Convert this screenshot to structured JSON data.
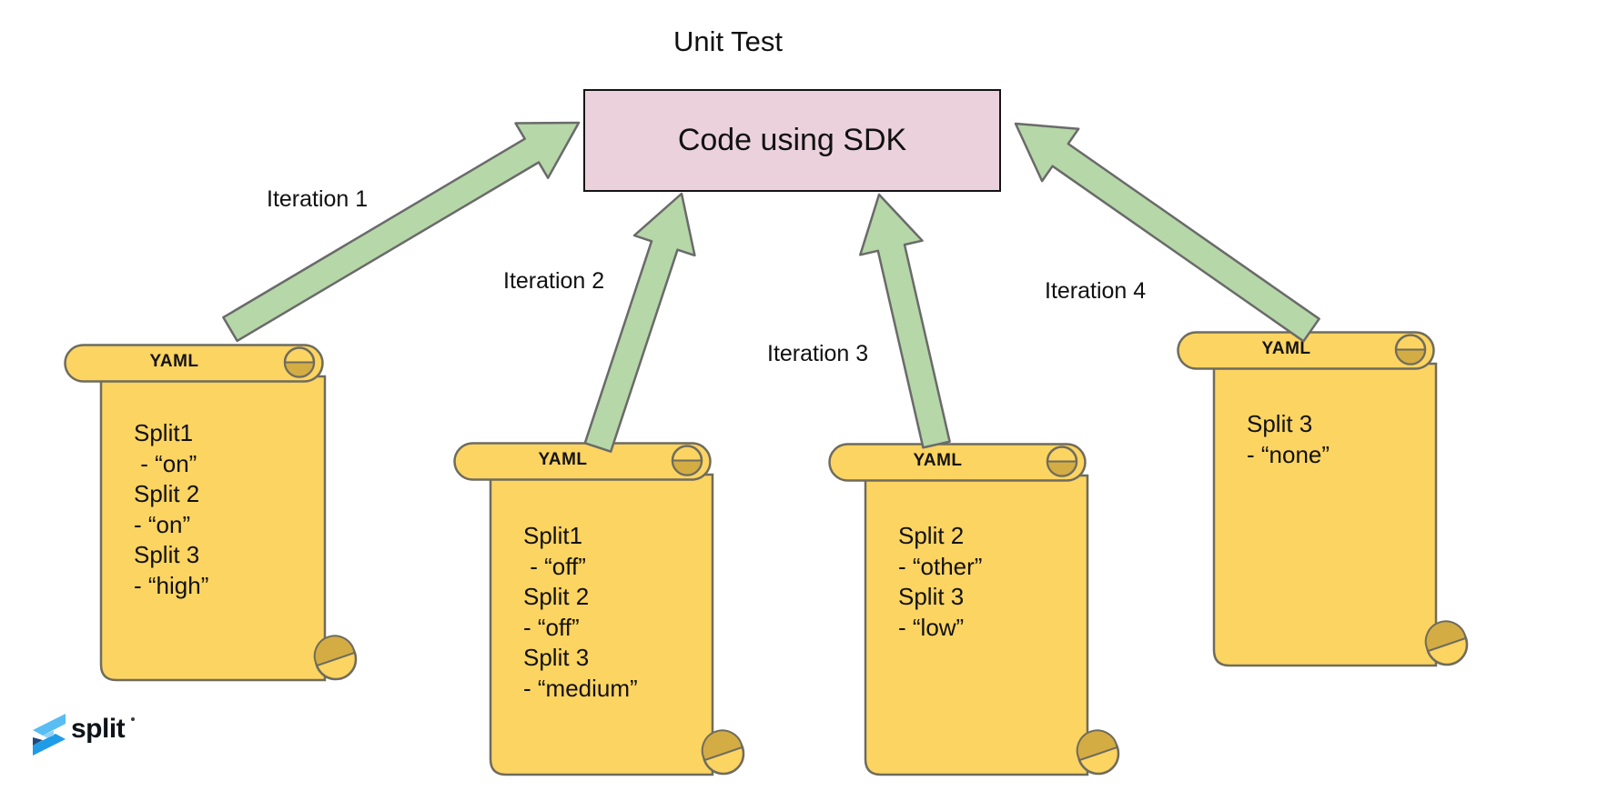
{
  "title": "Unit Test",
  "code_box": {
    "label": "Code using SDK"
  },
  "arrows": [
    {
      "label": "Iteration 1",
      "from": "yaml-scroll-1",
      "to": "code-box"
    },
    {
      "label": "Iteration 2",
      "from": "yaml-scroll-2",
      "to": "code-box"
    },
    {
      "label": "Iteration 3",
      "from": "yaml-scroll-3",
      "to": "code-box"
    },
    {
      "label": "Iteration 4",
      "from": "yaml-scroll-4",
      "to": "code-box"
    }
  ],
  "scrolls": [
    {
      "header": "YAML",
      "lines": [
        "Split1",
        " - “on”",
        "Split 2",
        "- “on”",
        "Split 3",
        "- “high”"
      ]
    },
    {
      "header": "YAML",
      "lines": [
        "Split1",
        " - “off”",
        "Split 2",
        "- “off”",
        "Split 3",
        "- “medium”"
      ]
    },
    {
      "header": "YAML",
      "lines": [
        "Split 2",
        "- “other”",
        "Split 3",
        "- “low”"
      ]
    },
    {
      "header": "YAML",
      "lines": [
        "Split 3",
        "- “none”"
      ]
    }
  ],
  "logo": {
    "text": "split"
  },
  "colors": {
    "scroll_fill": "#fcd462",
    "scroll_shade": "#d3ac44",
    "scroll_stroke": "#6f6c5d",
    "arrow_fill": "#b6d7a8",
    "arrow_stroke": "#6a6a6a",
    "box_fill": "#ead1dc",
    "box_stroke": "#141414",
    "logo_light_blue": "#58bdf2",
    "logo_blue": "#1f9ce8",
    "logo_navy": "#1c4a7e"
  }
}
